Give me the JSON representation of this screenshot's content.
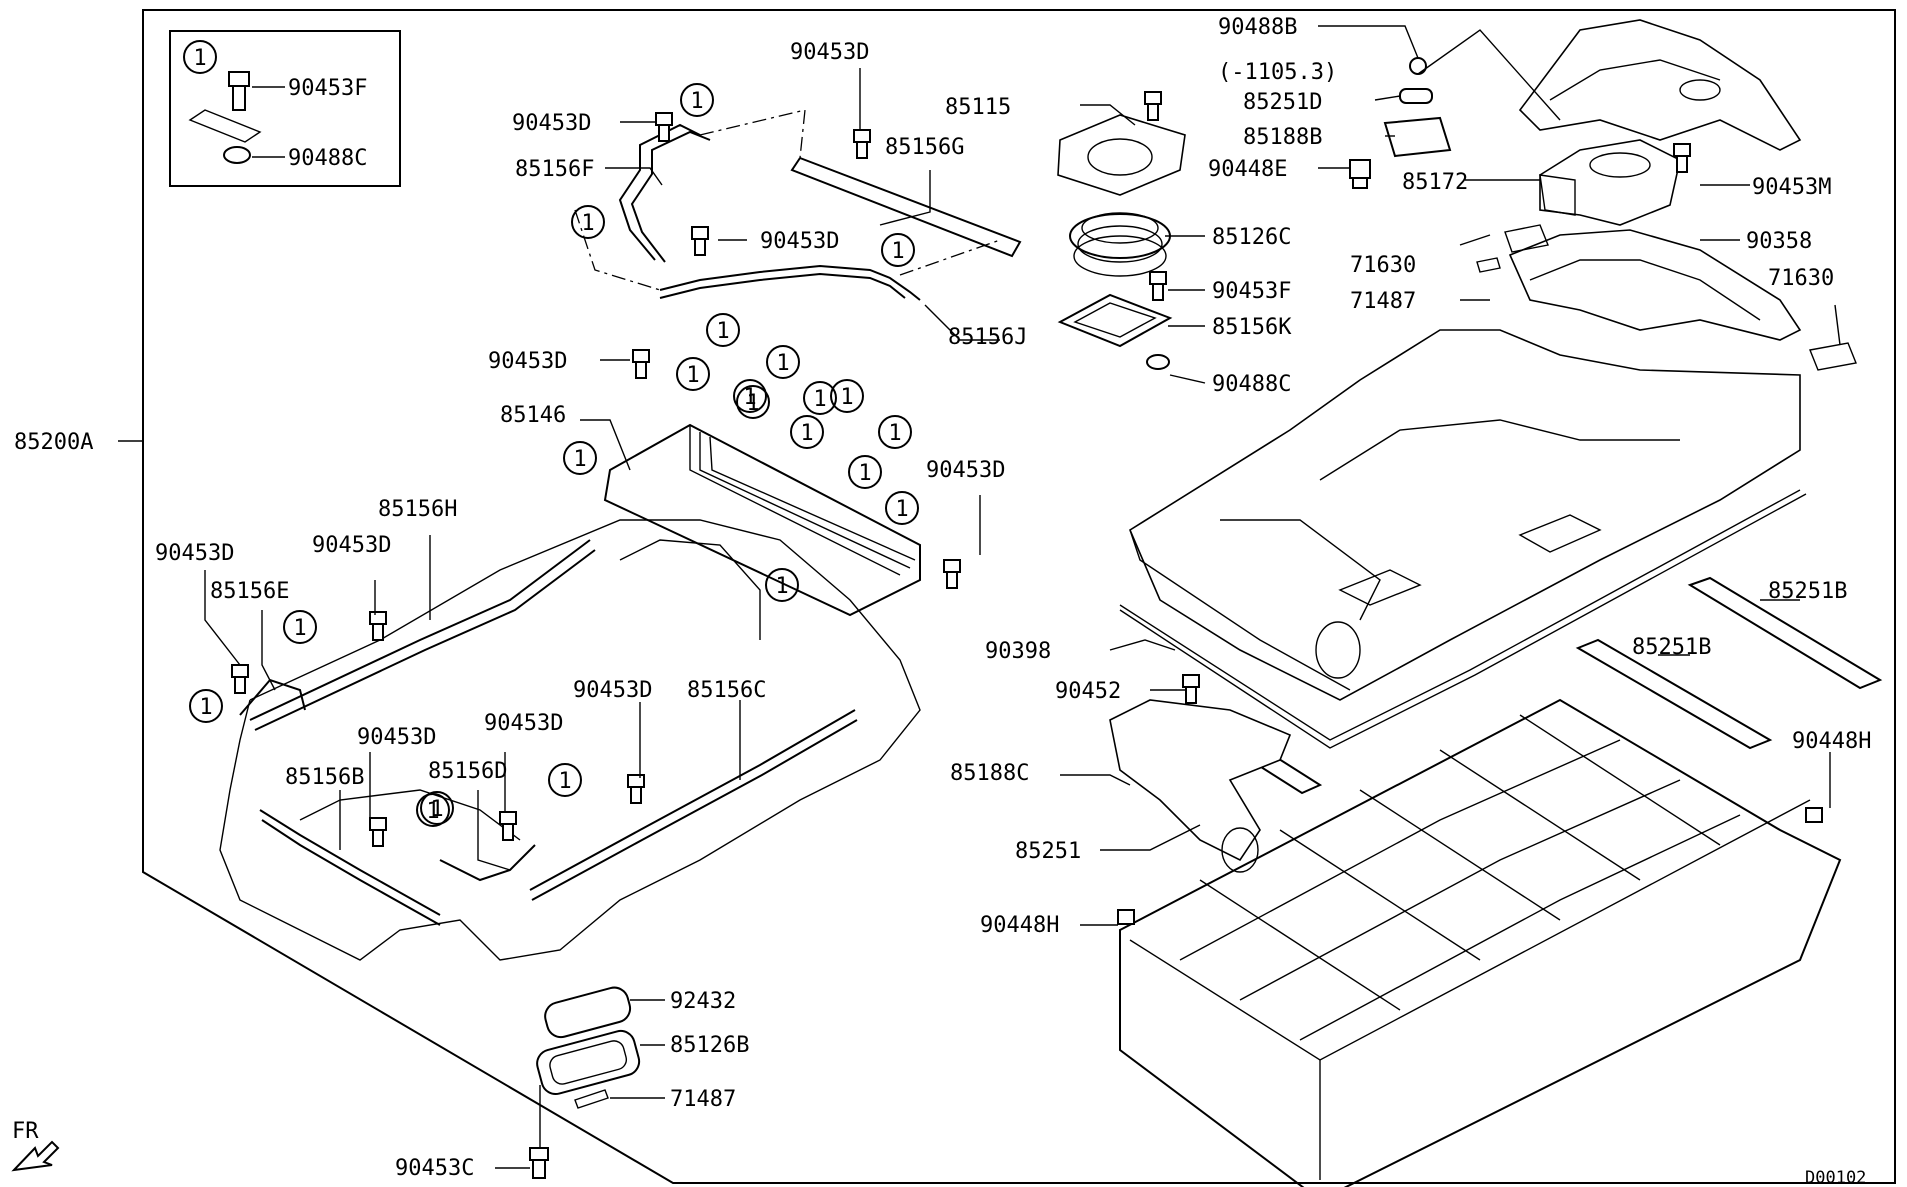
{
  "diagram": {
    "main_assembly": "85200A",
    "drawing_code": "D00102",
    "front_label": "FR",
    "date_note": "(-1105.3)",
    "ref_marker": "1",
    "inset_parts": [
      "90453F",
      "90488C"
    ],
    "callouts": [
      "90453D",
      "85115",
      "90488B",
      "85251D",
      "85188B",
      "90448E",
      "85172",
      "90453M",
      "85156G",
      "90453D",
      "85156F",
      "90453D",
      "85156J",
      "85126C",
      "90453F",
      "85156K",
      "90488C",
      "90358",
      "71630",
      "71487",
      "71630",
      "90453D",
      "85146",
      "85156H",
      "90453D",
      "90453D",
      "85156E",
      "90453D",
      "90398",
      "90452",
      "85251B",
      "85251B",
      "90453D",
      "85156C",
      "90453D",
      "85156D",
      "90453D",
      "85156B",
      "85188C",
      "90448H",
      "85251",
      "90448H",
      "92432",
      "85126B",
      "71487",
      "90453C"
    ]
  }
}
